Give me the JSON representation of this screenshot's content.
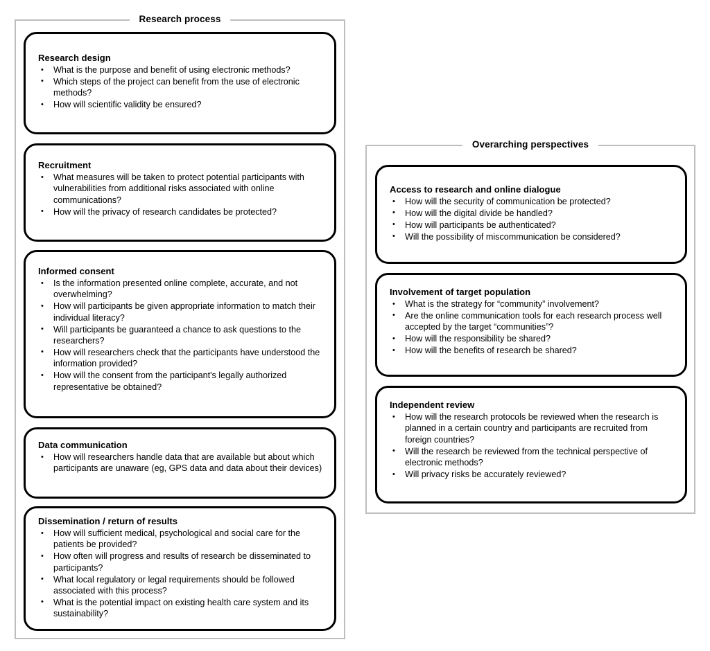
{
  "figure": {
    "groups": [
      {
        "id": "research-process",
        "title": "Research process",
        "boxes": [
          {
            "id": "research-design",
            "title": "Research design",
            "bullets": [
              "What is the purpose and benefit of using electronic methods?",
              "Which steps of the project can benefit from the use of electronic methods?",
              "How will scientific validity be ensured?"
            ]
          },
          {
            "id": "recruitment",
            "title": "Recruitment",
            "bullets": [
              "What measures will be taken to protect potential participants with vulnerabilities from additional risks associated with online communications?",
              "How will the privacy of research candidates be protected?"
            ]
          },
          {
            "id": "informed-consent",
            "title": "Informed consent",
            "bullets": [
              "Is the information presented online complete, accurate, and not overwhelming?",
              "How will participants be given appropriate information to match their individual literacy?",
              "Will participants be guaranteed a chance to ask questions to the researchers?",
              "How will researchers check that the participants have understood the information provided?",
              "How will the consent from the participant's legally authorized representative be obtained?"
            ]
          },
          {
            "id": "data-communication",
            "title": "Data communication",
            "bullets": [
              "How will researchers handle data that are available but about which participants are unaware (eg, GPS data and data about their devices)"
            ]
          },
          {
            "id": "dissemination",
            "title": "Dissemination / return of results",
            "bullets": [
              "How will sufficient medical, psychological and social care for the patients be provided?",
              "How often will progress and results of research be disseminated to participants?",
              "What local regulatory or legal requirements should be followed associated with this process?",
              "What is the potential impact on existing health care system and its sustainability?"
            ]
          }
        ]
      },
      {
        "id": "overarching",
        "title": "Overarching perspectives",
        "boxes": [
          {
            "id": "access",
            "title": "Access to research and online dialogue",
            "bullets": [
              "How will the security of communication be protected?",
              "How will the digital divide be handled?",
              "How will participants be authenticated?",
              "Will the possibility of miscommunication be considered?"
            ]
          },
          {
            "id": "involvement",
            "title": "Involvement of target population",
            "bullets": [
              "What is the strategy for “community” involvement?",
              "Are the online communication tools for each research process well accepted by the target “communities”?",
              "How will the responsibility be shared?",
              "How will the benefits of research be shared?"
            ]
          },
          {
            "id": "independent",
            "title": "Independent review",
            "bullets": [
              "How will the research protocols be reviewed when the research is planned in a certain country and participants are recruited from foreign countries?",
              "Will the research be reviewed from the technical perspective of electronic methods?",
              "Will privacy risks be accurately reviewed?"
            ]
          }
        ]
      }
    ],
    "colors": {
      "frame_border": "#bdbdbd",
      "box_border": "#000000",
      "text": "#000000",
      "background": "#ffffff"
    }
  }
}
